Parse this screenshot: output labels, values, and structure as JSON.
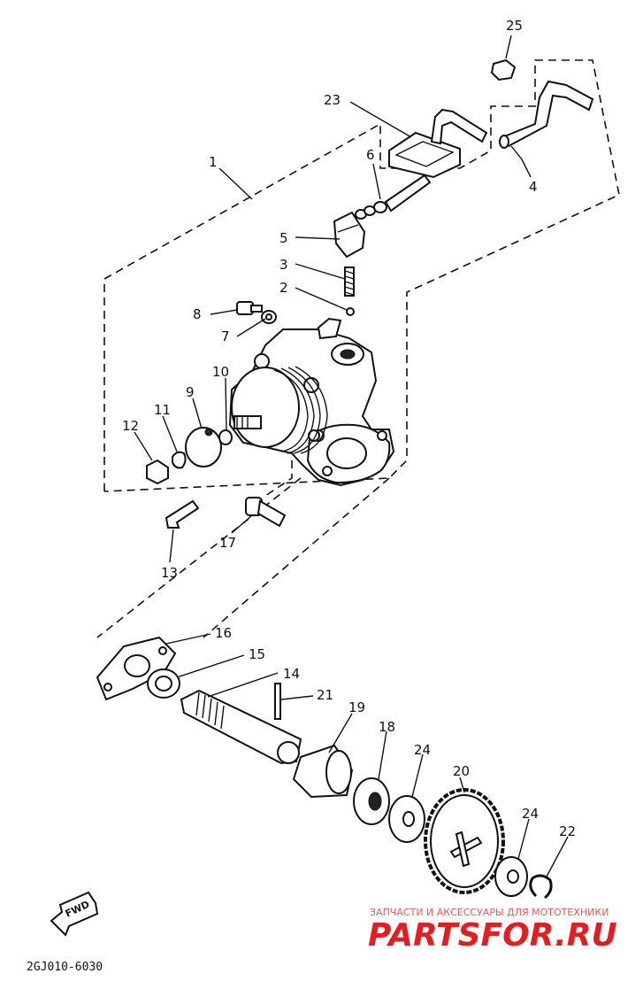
{
  "diagram": {
    "callouts": [
      {
        "id": "1",
        "label": "1"
      },
      {
        "id": "2",
        "label": "2"
      },
      {
        "id": "3",
        "label": "3"
      },
      {
        "id": "4",
        "label": "4"
      },
      {
        "id": "5",
        "label": "5"
      },
      {
        "id": "6",
        "label": "6"
      },
      {
        "id": "7",
        "label": "7"
      },
      {
        "id": "8",
        "label": "8"
      },
      {
        "id": "9",
        "label": "9"
      },
      {
        "id": "10",
        "label": "10"
      },
      {
        "id": "11",
        "label": "11"
      },
      {
        "id": "12",
        "label": "12"
      },
      {
        "id": "13",
        "label": "13"
      },
      {
        "id": "14",
        "label": "14"
      },
      {
        "id": "15",
        "label": "15"
      },
      {
        "id": "16",
        "label": "16"
      },
      {
        "id": "17",
        "label": "17"
      },
      {
        "id": "18",
        "label": "18"
      },
      {
        "id": "19",
        "label": "19"
      },
      {
        "id": "20",
        "label": "20"
      },
      {
        "id": "21",
        "label": "21"
      },
      {
        "id": "22",
        "label": "22"
      },
      {
        "id": "23",
        "label": "23"
      },
      {
        "id": "24a",
        "label": "24"
      },
      {
        "id": "24b",
        "label": "24"
      },
      {
        "id": "25",
        "label": "25"
      }
    ],
    "direction_badge": "FWD",
    "diagram_code": "2GJ010-6030"
  },
  "watermark": {
    "caption": "ЗАПЧАСТИ И АКСЕССУАРЫ ДЛЯ МОТОТЕХНИКИ",
    "brand": "PARTSFOR.RU",
    "caption_color": "#e05a5a",
    "brand_color": "#e02020"
  }
}
